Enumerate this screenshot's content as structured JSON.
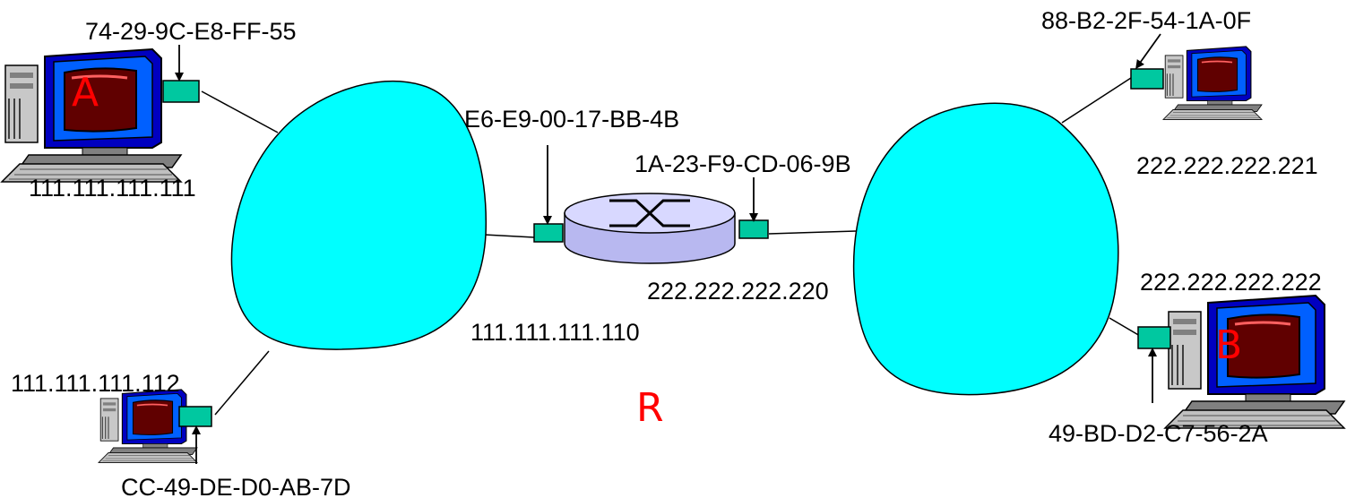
{
  "colors": {
    "cloud": "#00ffff",
    "nic": "#00c8a0",
    "router": "#c8c8ff",
    "host_letter": "#ff0000",
    "line": "#000000"
  },
  "hosts": {
    "A": {
      "letter": "A",
      "mac": "74-29-9C-E8-FF-55",
      "ip": "111.111.111.111"
    },
    "lower_left": {
      "mac": "CC-49-DE-D0-AB-7D",
      "ip": "111.111.111.112"
    },
    "upper_right": {
      "mac": "88-B2-2F-54-1A-0F",
      "ip": "222.222.222.221"
    },
    "B": {
      "letter": "B",
      "mac": "49-BD-D2-C7-56-2A",
      "ip": "222.222.222.222"
    }
  },
  "router": {
    "label": "R",
    "left_mac": "E6-E9-00-17-BB-4B",
    "left_ip": "111.111.111.110",
    "right_mac": "1A-23-F9-CD-06-9B",
    "right_ip": "222.222.222.220"
  },
  "icons": {
    "computer": "desktop-computer-icon",
    "router": "router-icon",
    "network": "network-cloud"
  }
}
